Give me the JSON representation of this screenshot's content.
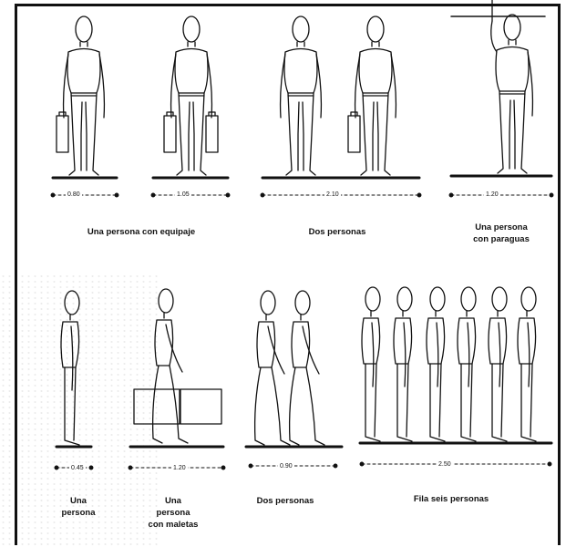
{
  "groups": [
    {
      "id": "una-persona-equipaje",
      "caption": "Una persona con equipaje",
      "dims": [
        "0.80",
        "1.05"
      ]
    },
    {
      "id": "dos-personas-top",
      "caption": "Dos personas",
      "dims": [
        "2.10"
      ]
    },
    {
      "id": "una-persona-paraguas",
      "caption": "Una persona\ncon paraguas",
      "dims": [
        "1.20"
      ]
    },
    {
      "id": "una-persona",
      "caption": "Una\npersona",
      "dims": [
        "0.45"
      ]
    },
    {
      "id": "una-persona-maletas",
      "caption": "Una\npersona\ncon maletas",
      "dims": [
        "1.20"
      ]
    },
    {
      "id": "dos-personas-bottom",
      "caption": "Dos personas",
      "dims": [
        "0.90"
      ]
    },
    {
      "id": "fila-seis",
      "caption": "Fila seis personas",
      "dims": [
        "2.50"
      ]
    }
  ],
  "colors": {
    "ink": "#111111",
    "paper": "#ffffff"
  }
}
